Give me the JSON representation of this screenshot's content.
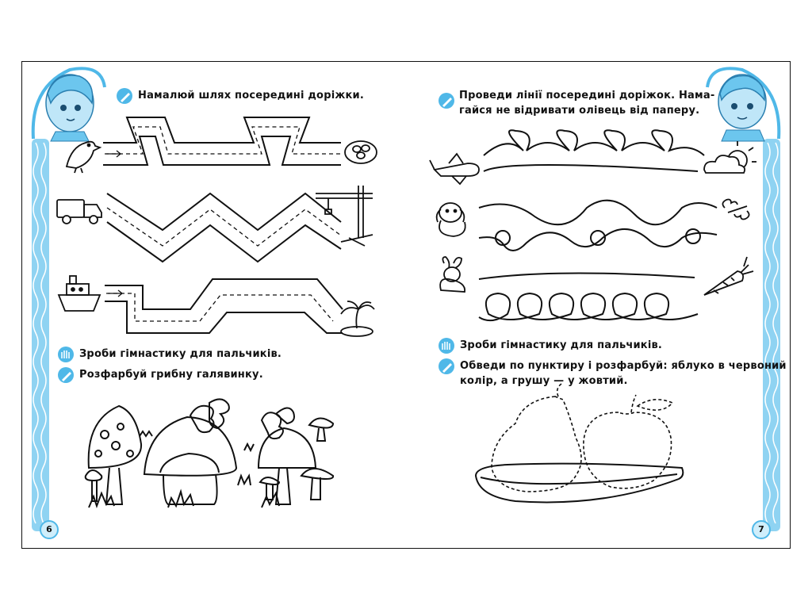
{
  "left_page": {
    "instruction_1": "Намалюй шлях посередині доріжки.",
    "instruction_2": "Зроби гімнастику для пальчиків.",
    "instruction_3": "Розфарбуй грибну галявинку.",
    "page_number": "6"
  },
  "right_page": {
    "instruction_1_line1": "Проведи лінії посередині доріжок. Нама-",
    "instruction_1_line2": "гайся не відривати олівець від паперу.",
    "instruction_2": "Зроби гімнастику для пальчиків.",
    "instruction_3_line1": "Обведи по пунктиру і розфарбуй: яблуко в червоний",
    "instruction_3_line2": "колір, а грушу — у жовтий.",
    "page_number": "7"
  },
  "colors": {
    "accent_blue": "#4fb8e8",
    "light_blue": "#cfeefb"
  },
  "icons": [
    "pencil-icon",
    "hand-icon",
    "bird-icon",
    "nest-icon",
    "truck-icon",
    "crane-icon",
    "ship-icon",
    "island-icon",
    "plane-icon",
    "sun-cloud-icon",
    "puppy-icon",
    "bone-icon",
    "rabbit-icon",
    "carrot-icon"
  ]
}
